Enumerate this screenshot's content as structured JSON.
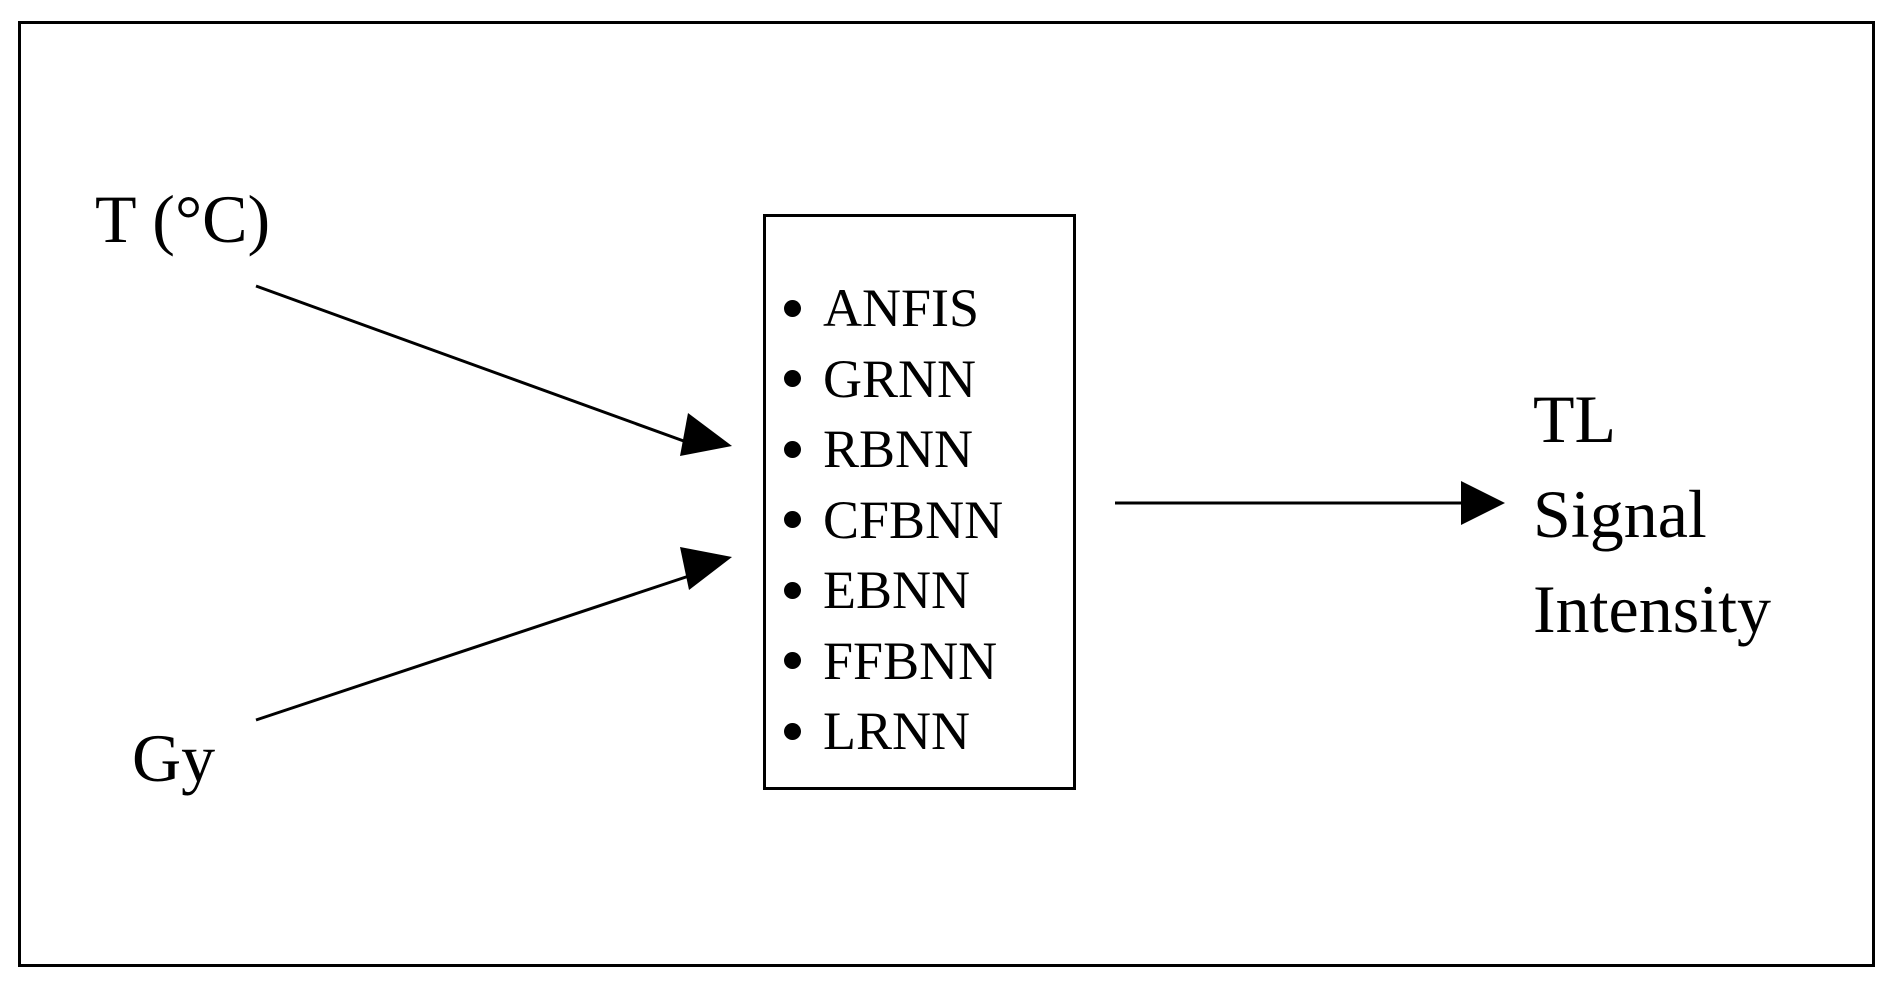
{
  "inputs": {
    "temperature": "T (°C)",
    "dose": "Gy"
  },
  "models": [
    "ANFIS",
    "GRNN",
    "RBNN",
    "CFBNN",
    "EBNN",
    "FFBNN",
    "LRNN"
  ],
  "output": {
    "line1": "TL",
    "line2": "Signal",
    "line3": "Intensity"
  }
}
